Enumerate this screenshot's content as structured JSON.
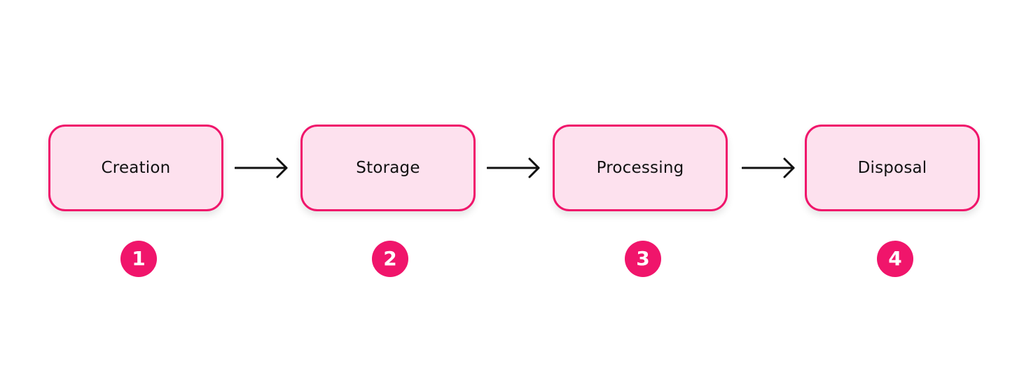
{
  "colors": {
    "accent": "#F0156B",
    "node_fill": "#FDE1EE",
    "arrow": "#111111",
    "text": "#111111"
  },
  "steps": [
    {
      "label": "Creation",
      "number": "1"
    },
    {
      "label": "Storage",
      "number": "2"
    },
    {
      "label": "Processing",
      "number": "3"
    },
    {
      "label": "Disposal",
      "number": "4"
    }
  ],
  "connectors": [
    {
      "from": "Creation",
      "to": "Storage",
      "icon": "arrow-right-icon"
    },
    {
      "from": "Storage",
      "to": "Processing",
      "icon": "arrow-right-icon"
    },
    {
      "from": "Processing",
      "to": "Disposal",
      "icon": "arrow-right-icon"
    }
  ]
}
